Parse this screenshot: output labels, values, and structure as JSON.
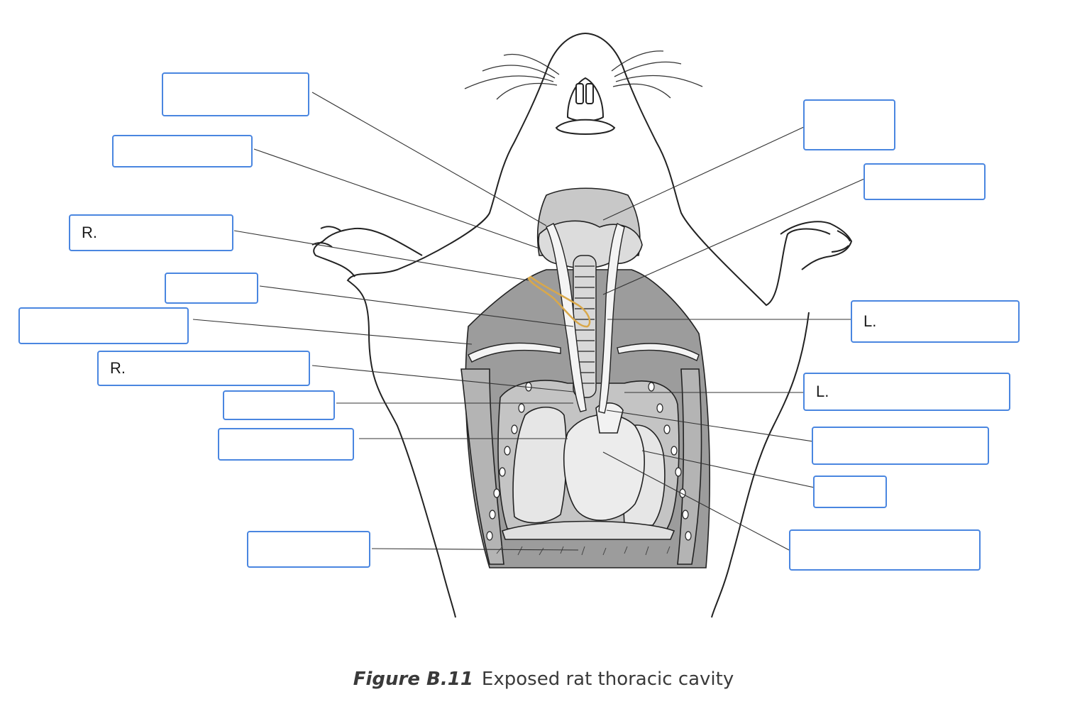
{
  "figure": {
    "number": "Figure B.11",
    "title": "Exposed rat thoracic cavity"
  },
  "labels": {
    "left_1": "",
    "left_2": "",
    "left_3": "R.",
    "left_4": "",
    "left_5": "",
    "left_6": "R.",
    "left_7": "",
    "left_8": "",
    "left_9": "",
    "right_1": "",
    "right_2": "",
    "right_3": "L.",
    "right_4": "L.",
    "right_5": "",
    "right_6": "",
    "right_7": ""
  },
  "colors": {
    "label_border": "#4a86e0",
    "outline": "#2a2a2a",
    "cavity_dark": "#9c9c9c",
    "cavity_mid": "#c4c4c4",
    "organ_light": "#e6e6e6",
    "highlight_nerve": "#d9a84a"
  }
}
